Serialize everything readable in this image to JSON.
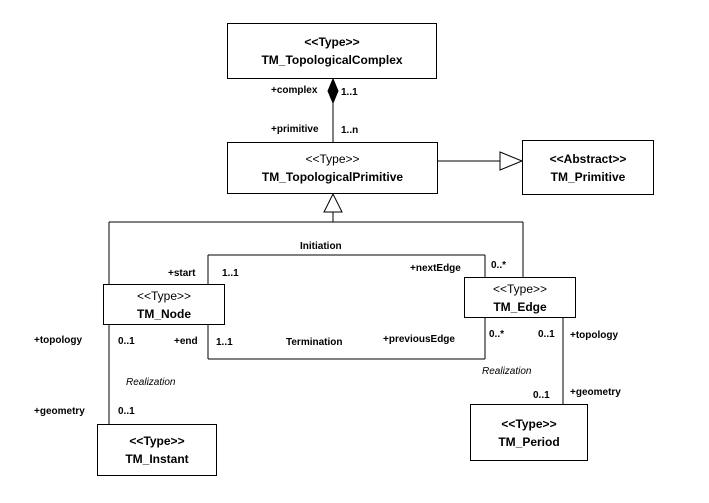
{
  "colors": {
    "line": "#000000",
    "background": "#ffffff"
  },
  "classes": {
    "complex": {
      "stereotype": "<<Type>>",
      "name": "TM_TopologicalComplex"
    },
    "primitive": {
      "stereotype": "<<Type>>",
      "name": "TM_TopologicalPrimitive"
    },
    "abstract": {
      "stereotype": "<<Abstract>>",
      "name": "TM_Primitive"
    },
    "node": {
      "stereotype": "<<Type>>",
      "name": "TM_Node"
    },
    "edge": {
      "stereotype": "<<Type>>",
      "name": "TM_Edge"
    },
    "instant": {
      "stereotype": "<<Type>>",
      "name": "TM_Instant"
    },
    "period": {
      "stereotype": "<<Type>>",
      "name": "TM_Period"
    }
  },
  "labels": {
    "complex_role": "+complex",
    "complex_mult": "1..1",
    "primitive_role": "+primitive",
    "primitive_mult": "1..n",
    "initiation": "Initiation",
    "start_role": "+start",
    "start_mult": "1..1",
    "next_edge_role": "+nextEdge",
    "next_edge_mult": "0..*",
    "termination": "Termination",
    "end_role": "+end",
    "end_mult": "1..1",
    "previous_edge_role": "+previousEdge",
    "previous_edge_mult": "0..*",
    "node_topology_role": "+topology",
    "node_topology_mult": "0..1",
    "node_realization": "Realization",
    "node_geometry_role": "+geometry",
    "node_geometry_mult": "0..1",
    "edge_topology_mult": "0..1",
    "edge_topology_role": "+topology",
    "edge_realization": "Realization",
    "edge_geometry_mult": "0..1",
    "edge_geometry_role": "+geometry"
  }
}
